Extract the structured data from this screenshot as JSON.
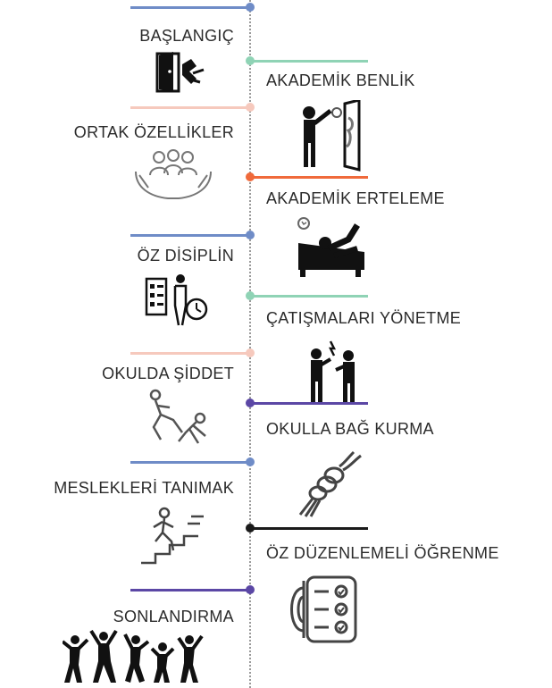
{
  "stages": [
    {
      "label": "BAŞLANGIÇ",
      "color": "#6f8cc7",
      "icon": "door-exit-icon"
    },
    {
      "label": "AKADEMİK BENLİK",
      "color": "#8fd3b5",
      "icon": "mirror-person-icon"
    },
    {
      "label": "ORTAK ÖZELLİKLER",
      "color": "#f6c9bd",
      "icon": "group-hands-icon"
    },
    {
      "label": "AKADEMİK ERTELEME",
      "color": "#f06a3b",
      "icon": "person-relaxing-icon"
    },
    {
      "label": "ÖZ DİSİPLİN",
      "color": "#6f8cc7",
      "icon": "schedule-stopwatch-icon"
    },
    {
      "label": "ÇATIŞMALARI YÖNETME",
      "color": "#8fd3b5",
      "icon": "arguing-people-icon"
    },
    {
      "label": "OKULDA ŞİDDET",
      "color": "#f6c9bd",
      "icon": "fight-icon"
    },
    {
      "label": "OKULLA BAĞ KURMA",
      "color": "#5b47a5",
      "icon": "knotted-rope-icon"
    },
    {
      "label": "MESLEKLERİ TANIMAK",
      "color": "#6f8cc7",
      "icon": "stairs-climber-icon"
    },
    {
      "label": "ÖZ DÜZENLEMELİ ÖĞRENME",
      "color": "#1a1a1a",
      "icon": "checklist-icon"
    },
    {
      "label": "SONLANDIRMA",
      "color": "#5b47a5",
      "icon": "celebrating-people-icon"
    }
  ]
}
